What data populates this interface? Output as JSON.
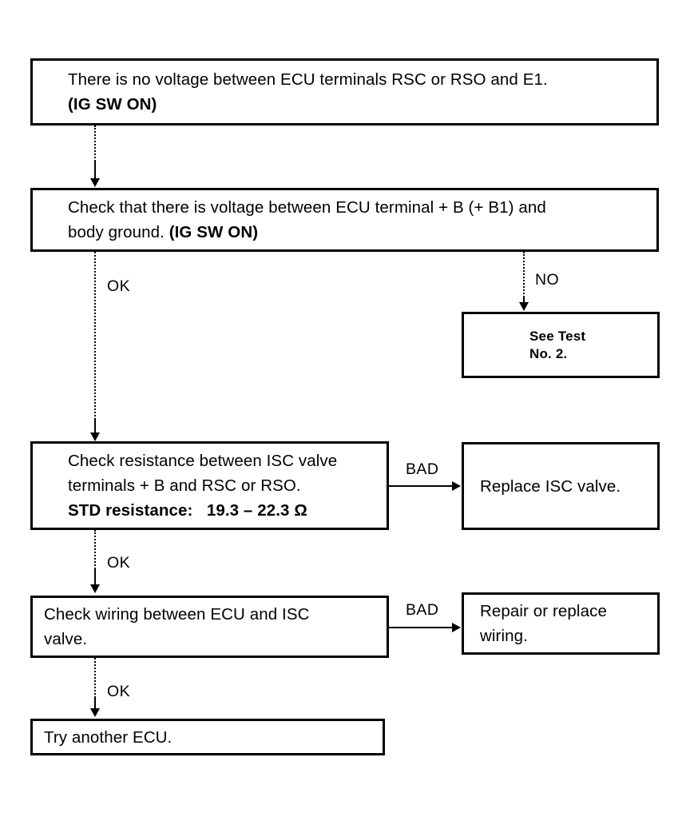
{
  "diagram": {
    "title": "ISC valve / ECU troubleshooting flowchart",
    "ink_color": "#000000",
    "background_color": "#ffffff",
    "nodes": [
      {
        "id": "symptom",
        "lines": [
          {
            "text": "There is no voltage between ECU terminals RSC or RSO and E1.",
            "bold": false
          },
          {
            "text": "(IG SW ON)",
            "bold": true
          }
        ]
      },
      {
        "id": "check-voltage-b",
        "lines": [
          {
            "text": "Check that there is voltage between ECU terminal + B (+ B1) and",
            "bold": false
          },
          {
            "text": "body ground. (IG SW ON)",
            "bold": false,
            "bold_tail": "(IG SW ON)"
          }
        ]
      },
      {
        "id": "see-test-2",
        "lines": [
          {
            "text": "See Test",
            "bold": true
          },
          {
            "text": "No. 2.",
            "bold": true
          }
        ]
      },
      {
        "id": "check-resistance",
        "lines": [
          {
            "text": "Check resistance between ISC valve",
            "bold": false
          },
          {
            "text": "terminals + B and RSC or RSO.",
            "bold": false
          },
          {
            "text": "STD resistance:   19.3 – 22.3 Ω",
            "bold": true
          }
        ]
      },
      {
        "id": "replace-isc-valve",
        "lines": [
          {
            "text": "Replace ISC valve.",
            "bold": false
          }
        ]
      },
      {
        "id": "check-wiring",
        "lines": [
          {
            "text": "Check wiring between ECU and ISC",
            "bold": false
          },
          {
            "text": "valve.",
            "bold": false
          }
        ]
      },
      {
        "id": "repair-wiring",
        "lines": [
          {
            "text": "Repair or replace",
            "bold": false
          },
          {
            "text": "wiring.",
            "bold": false
          }
        ]
      },
      {
        "id": "try-another-ecu",
        "lines": [
          {
            "text": "Try another ECU.",
            "bold": false
          }
        ]
      }
    ],
    "edge_labels": {
      "ok_1": "OK",
      "no_1": "NO",
      "bad_1": "BAD",
      "ok_2": "OK",
      "bad_2": "BAD",
      "ok_3": "OK"
    },
    "spec": {
      "std_resistance_label": "STD resistance:",
      "std_resistance_min": "19.3",
      "std_resistance_max": "22.3",
      "std_resistance_unit": "Ω"
    }
  }
}
